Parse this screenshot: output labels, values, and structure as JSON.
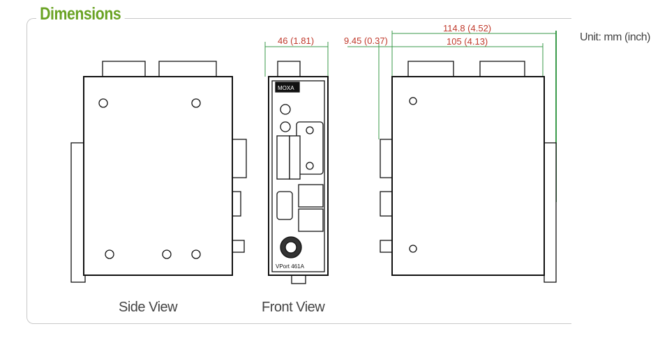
{
  "title": "Dimensions",
  "unit": "Unit: mm (inch)",
  "views": {
    "side": "Side View",
    "front": "Front View"
  },
  "dimensions": {
    "width_front": "46 (1.81)",
    "rail_offset": "9.45 (0.37)",
    "depth_total": "114.8 (4.52)",
    "depth_body": "105 (4.13)"
  },
  "device": {
    "brand": "MOXA",
    "model": "VPort 461A"
  },
  "colors": {
    "accent": "#6aa324",
    "dim_text": "#c0392b",
    "dim_line": "#3a9a4a"
  }
}
